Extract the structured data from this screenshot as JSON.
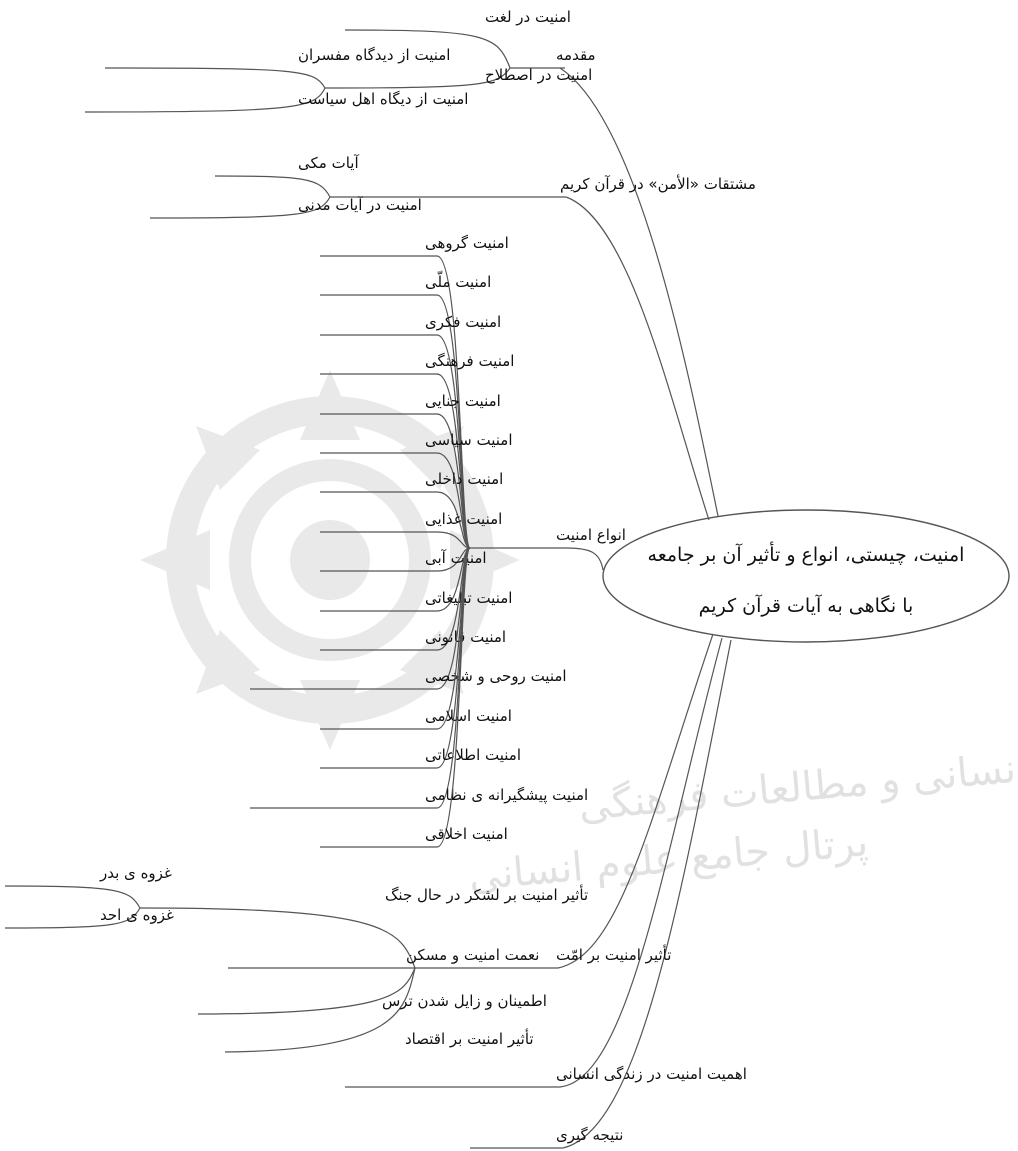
{
  "root": {
    "line1": "امنیت، چیستی، انواع و تأثیر آن بر جامعه",
    "line2": "با نگاهی به آیات قرآن کریم"
  },
  "branches": {
    "intro": {
      "label": "مقدمه",
      "children": [
        {
          "label": "امنیت در لغت"
        },
        {
          "label": "امنیت در اصطلاح",
          "children": [
            "امنیت از دیدگاه مفسران",
            "امنیت از دیگاه اهل سیاست"
          ]
        }
      ]
    },
    "derivatives": {
      "label": "مشتقات «الأمن» در قرآن کریم",
      "children": [
        "آیات مکی",
        "امنیت در آیات مدنی"
      ]
    },
    "types": {
      "label": "انواع امنیت",
      "children": [
        "امنیت گروهی",
        "امنیت ملّی",
        "امنیت فکری",
        "امنیت فرهنگی",
        "امنیت جنایی",
        "امنیت سیاسی",
        "امنیت داخلی",
        "امنیت غذایی",
        "امنیت آبی",
        "امنیت تبلیغاتی",
        "امنیت قانونی",
        "امنیت روحی و شخصی",
        "امنیت اسلامی",
        "امنیت اطلاعاتی",
        "امنیت پیشگیرانه ی نظامی",
        "امنیت اخلاقی"
      ]
    },
    "effect": {
      "label": "تأثیر امنیت بر امّت",
      "children": [
        {
          "label": "تأثیر امنیت بر لشکر در حال جنگ",
          "children": [
            "غزوه ی بدر",
            "غزوه ی احد"
          ]
        },
        {
          "label": "نعمت امنیت و مسکن"
        },
        {
          "label": "اطمینان و زایل شدن ترس"
        },
        {
          "label": "تأثیر امنیت بر اقتصاد"
        }
      ]
    },
    "importance": {
      "label": "اهمیت امنیت در زندگی انسانی"
    },
    "conclusion": {
      "label": "نتیجه گیری"
    }
  },
  "watermark": {
    "line1": "پژوهشگاه علوم انسانی و مطالعات فرهنگی",
    "line2": "پرتال جامع علوم انسانی"
  },
  "colors": {
    "line": "#555555",
    "text": "#111111",
    "watermark": "#c9c9c9"
  }
}
